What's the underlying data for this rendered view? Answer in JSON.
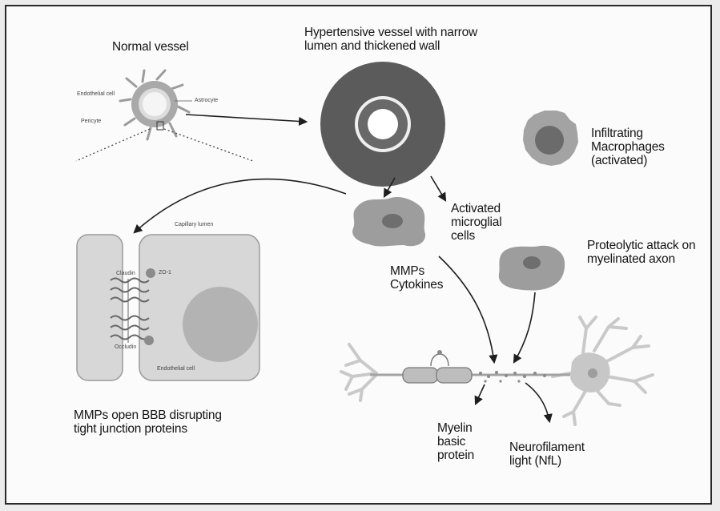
{
  "labels": {
    "normal_vessel": "Normal vessel",
    "hypertensive": "Hypertensive vessel with narrow\nlumen and thickened wall",
    "infiltrating": "Infiltrating\nMacrophages\n(activated)",
    "microglia": "Activated\nmicroglial\ncells",
    "proteolytic": "Proteolytic attack on\nmyelinated axon",
    "mmps": "MMPs\nCytokines",
    "bbb": "MMPs open BBB disrupting\ntight junction proteins",
    "myelin": "Myelin\nbasic\nprotein",
    "nfl": "Neurofilament\nlight (NfL)"
  },
  "small_labels": {
    "endothelial": "Endothelial cell",
    "astrocyte": "Astrocyte",
    "pericyte": "Pericyte",
    "capillary_lumen": "Capillary lumen",
    "claudin": "Claudin",
    "zo1": "ZO-1",
    "occludin": "Occludin",
    "endothelial_cell2": "Endothelial cell"
  },
  "colors": {
    "frame": "#2a2a2a",
    "cell_gray": "#9a9a9a",
    "vessel_ring": "#5b5b5b",
    "arrow": "#1e1e1e"
  }
}
